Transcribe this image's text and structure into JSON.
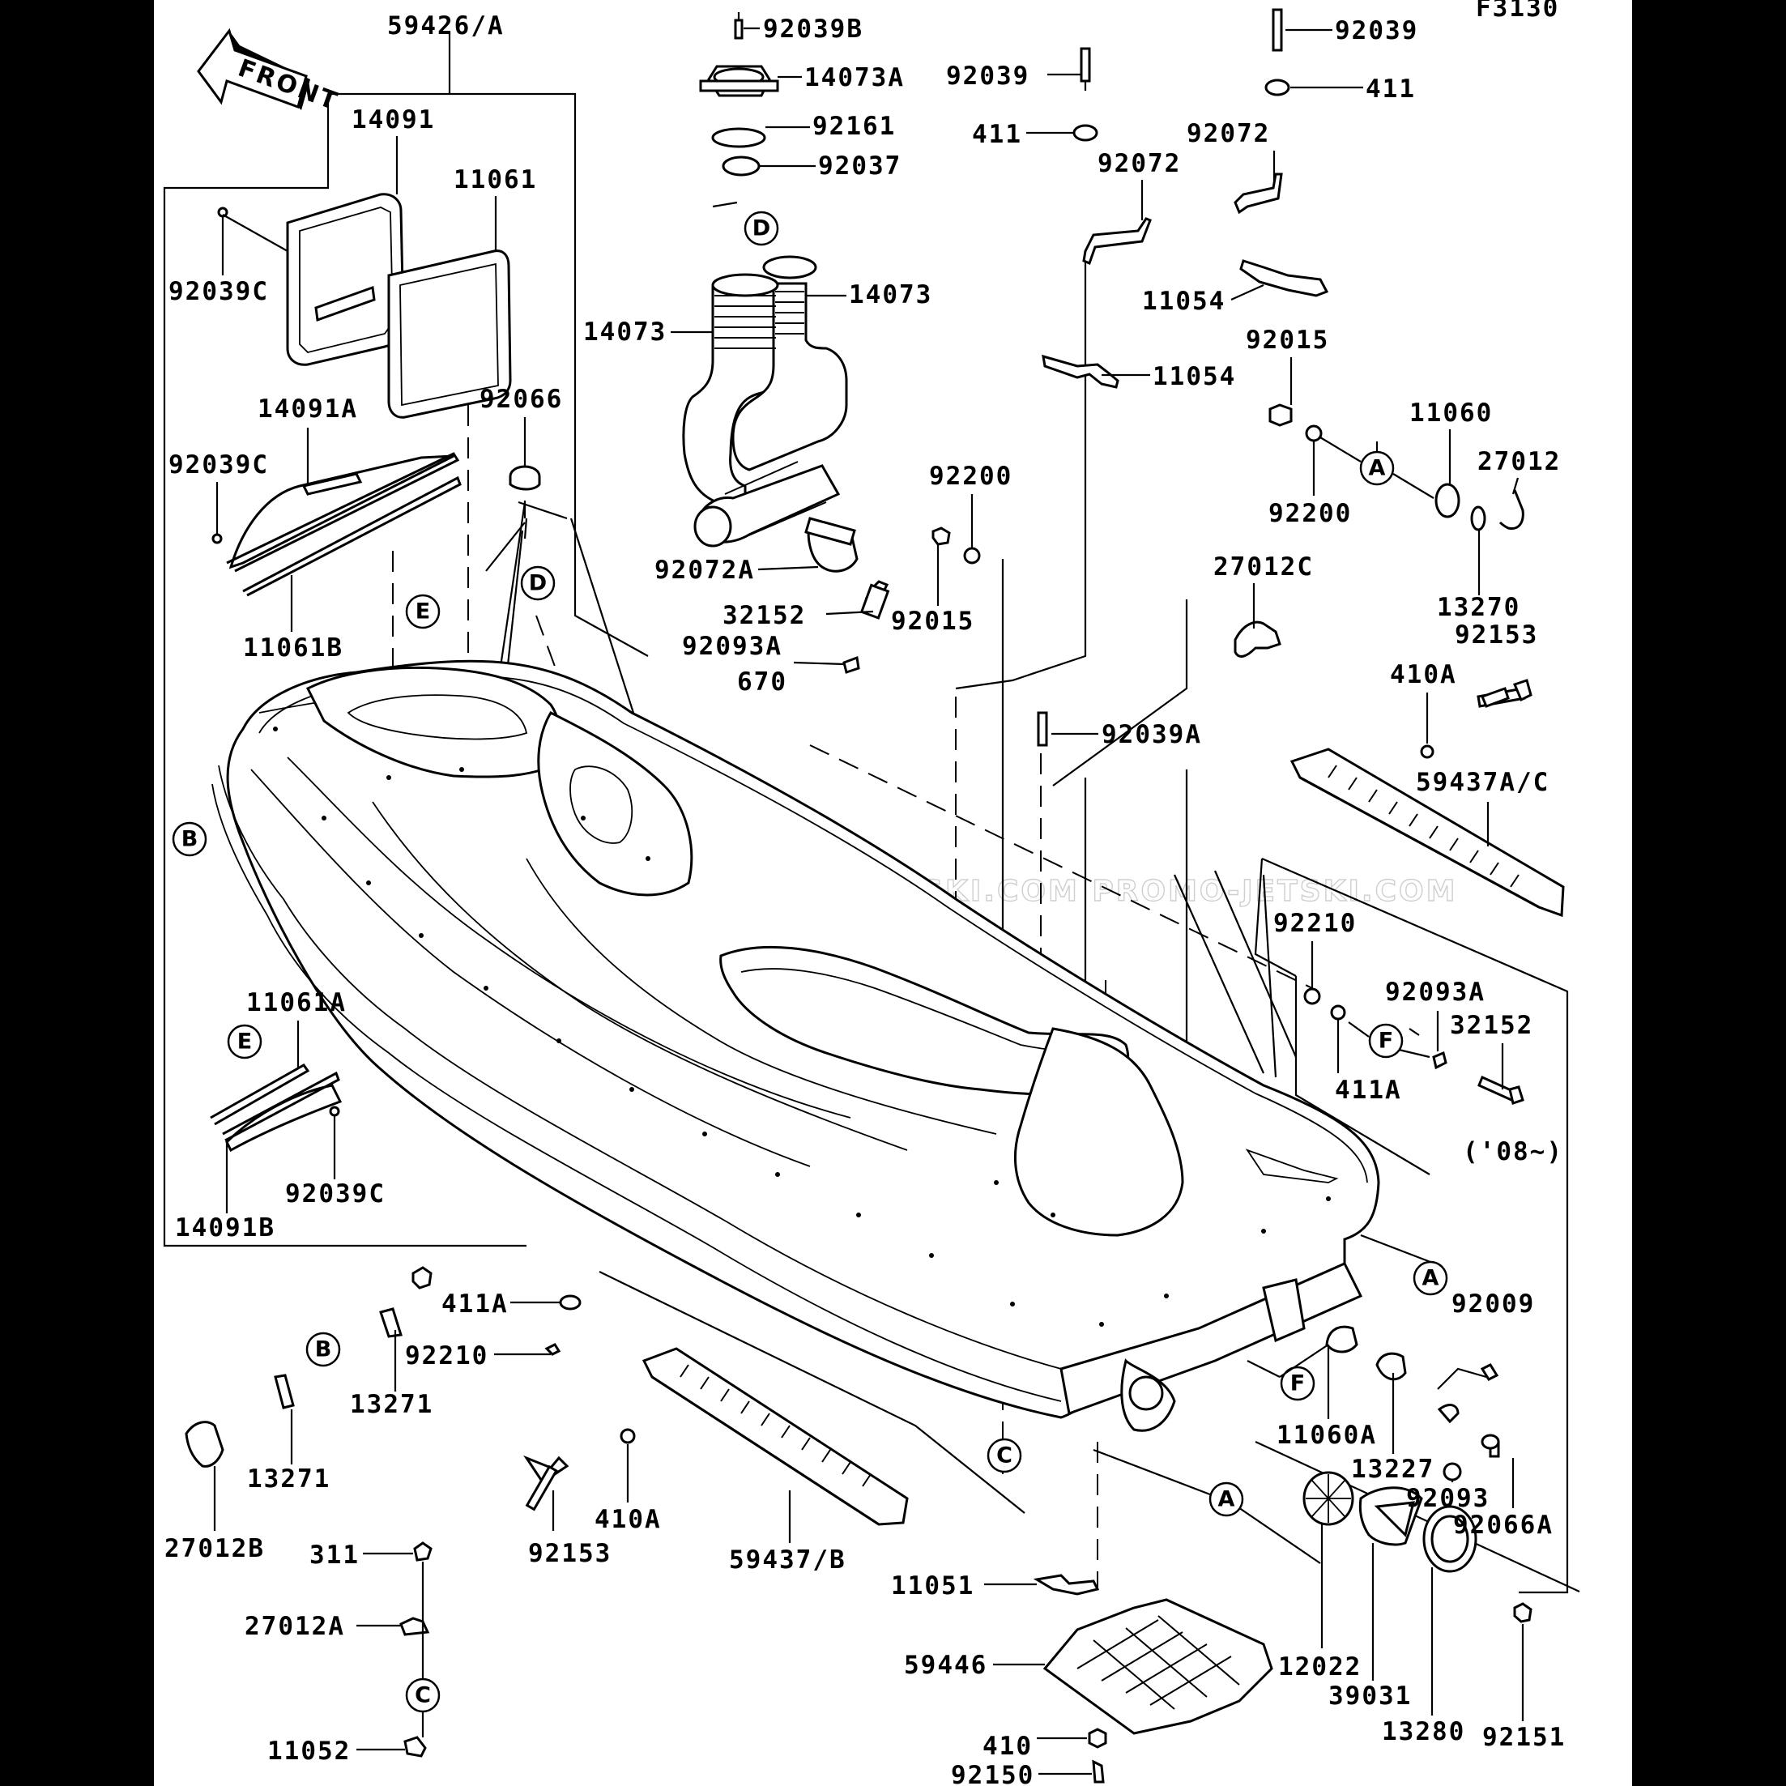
{
  "figure_code": "F3130",
  "front_label": "FRONT",
  "watermark": "JETSKI.COM  PROMO-JETSKI.COM  PROMO-JETSKI.COM",
  "variant_note": "('08~)",
  "part_numbers": [
    "59426/A",
    "92039B",
    "14073A",
    "92161",
    "92037",
    "14073",
    "92072A",
    "92039",
    "411",
    "92072",
    "11054",
    "92015",
    "92200",
    "11060",
    "27012",
    "13270",
    "92153",
    "410A",
    "59437A/C",
    "27012C",
    "32152",
    "92093A",
    "670",
    "92039A",
    "14091",
    "11061",
    "92039C",
    "14091A",
    "92066",
    "11061B",
    "11061A",
    "14091B",
    "92210",
    "411A",
    "92009",
    "11060A",
    "13227",
    "92093",
    "92066A",
    "13271",
    "27012B",
    "311",
    "27012A",
    "11052",
    "59437/B",
    "11051",
    "59446",
    "410",
    "92150",
    "12022",
    "39031",
    "13280",
    "92151"
  ],
  "reference_tags": [
    "A",
    "B",
    "C",
    "D",
    "E",
    "F"
  ]
}
